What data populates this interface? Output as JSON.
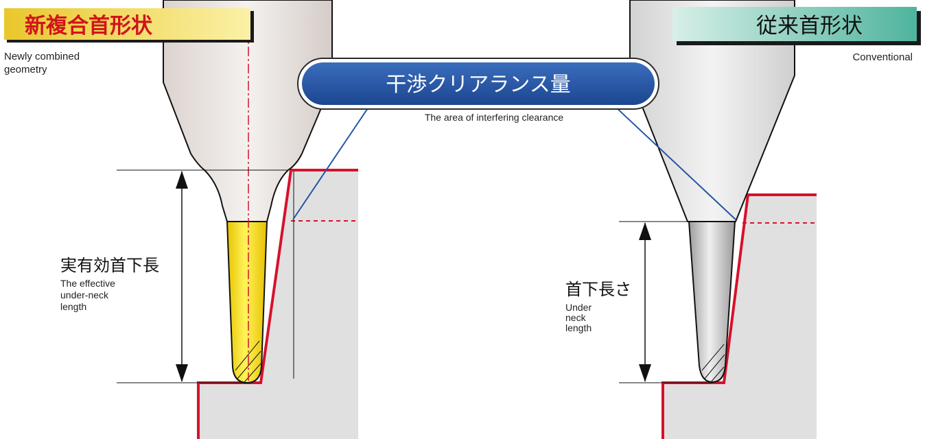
{
  "new_design": {
    "title": "新複合首形状",
    "subtitle_line1": "Newly combined",
    "subtitle_line2": "geometry",
    "length_label_jp": "実有効首下長",
    "length_label_en_1": "The effective",
    "length_label_en_2": "under-neck",
    "length_label_en_3": "length"
  },
  "conventional": {
    "title": "従来首形状",
    "subtitle": "Conventional",
    "length_label_jp": "首下長さ",
    "length_label_en_1": "Under",
    "length_label_en_2": "neck",
    "length_label_en_3": "length"
  },
  "callout": {
    "label_jp": "干渉クリアランス量",
    "label_en": "The area of interfering clearance"
  },
  "colors": {
    "title_left_bg": "#f4df4a",
    "title_left_text": "#d0141c",
    "title_right_bg": "#5ab8a3",
    "callout_fill": "#2453a3",
    "workpiece_fill": "#e0e0e0",
    "workpiece_edge": "#d6122a",
    "flute_yellow": "#f6d800",
    "centerline": "#d6122a"
  }
}
